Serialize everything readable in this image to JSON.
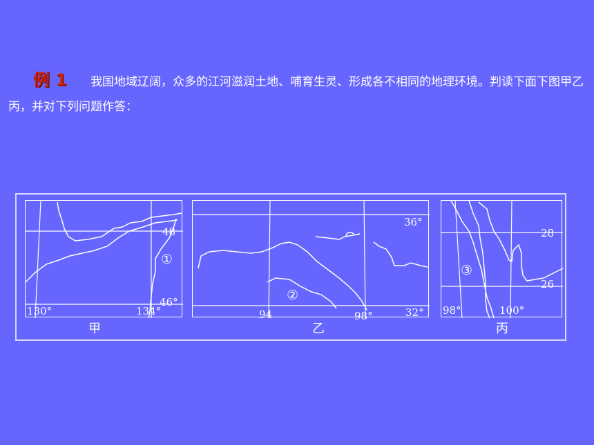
{
  "question": {
    "label": "例 1",
    "text": "我国地域辽阔，众多的江河滋润土地、哺育生灵、形成各不相同的地理环境。判读下面下图甲乙丙，并对下列问题作答："
  },
  "maps": {
    "jia": {
      "caption": "甲",
      "lon_labels": [
        "130°",
        "134°"
      ],
      "lat_labels": [
        "48",
        "46°"
      ],
      "marker": "①"
    },
    "yi": {
      "caption": "乙",
      "lon_labels": [
        "94",
        "98°"
      ],
      "lat_labels": [
        "36°",
        "32°"
      ],
      "marker": "②"
    },
    "bing": {
      "caption": "丙",
      "lon_labels": [
        "98°",
        "100°"
      ],
      "lat_labels": [
        "28",
        "26"
      ],
      "marker": "③"
    }
  },
  "colors": {
    "background": "#6666ff",
    "label": "#cc2200",
    "lines": "#ffffff"
  }
}
